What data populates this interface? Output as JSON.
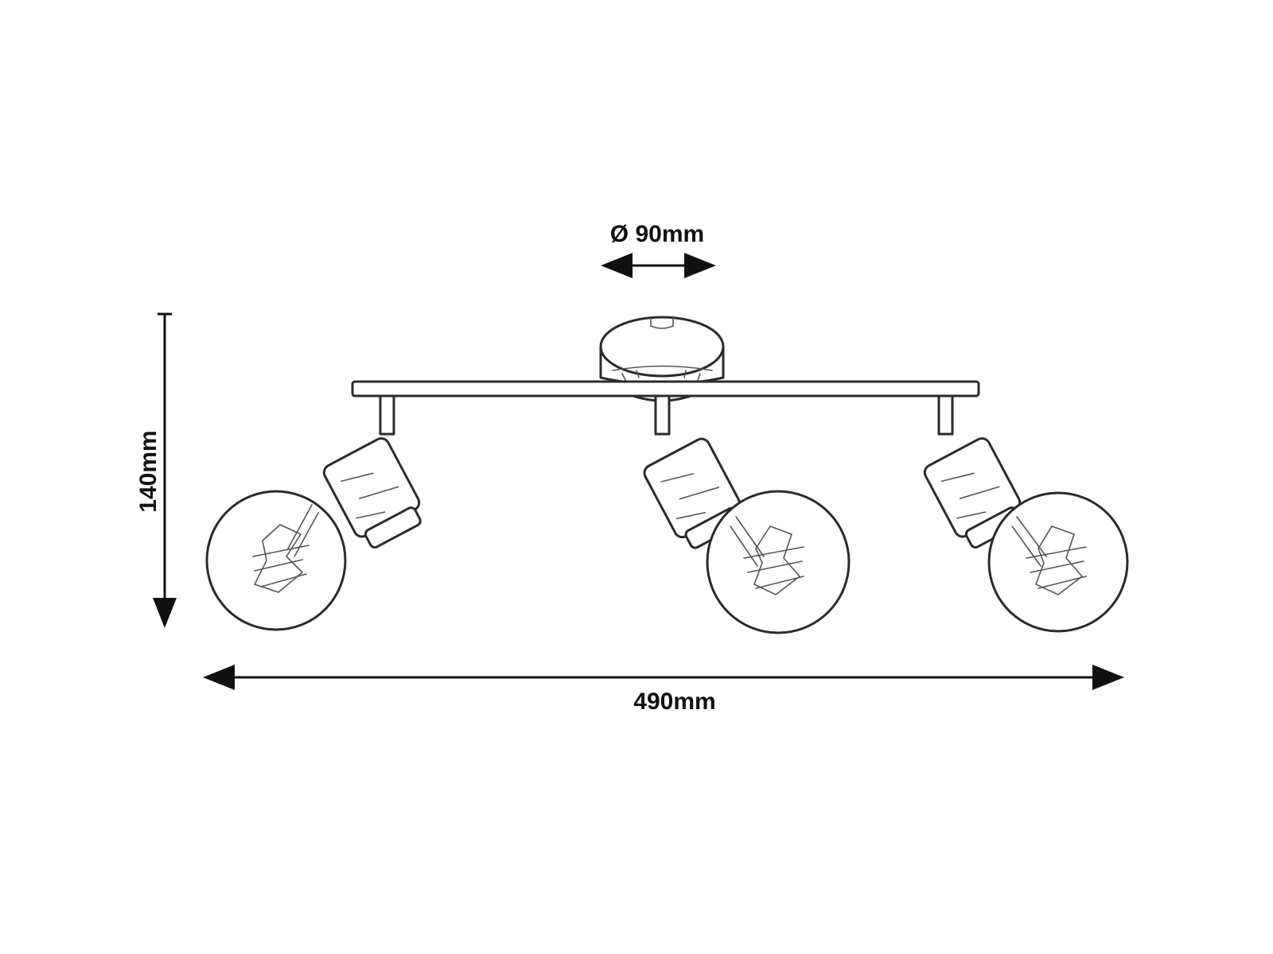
{
  "dimensions": {
    "diameter": "Ø 90mm",
    "height": "140mm",
    "width": "490mm"
  }
}
